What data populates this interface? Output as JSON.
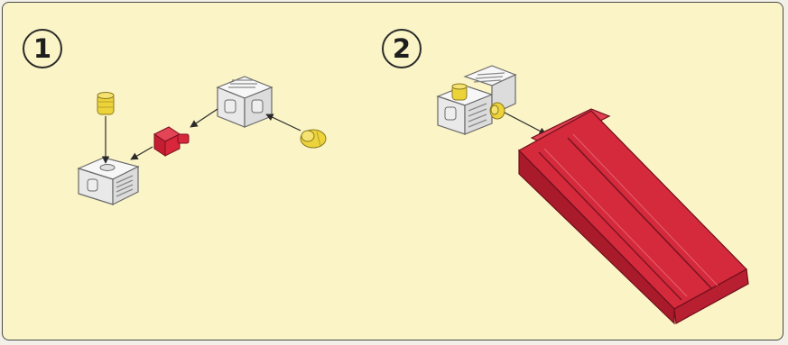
{
  "steps": [
    {
      "number": "1"
    },
    {
      "number": "2"
    }
  ],
  "colors": {
    "panel_background": "#fbf4c6",
    "panel_border": "#4a4a4a",
    "cube_white": "#f4f4f4",
    "peg_yellow": "#ecd33a",
    "connector_red": "#d8263a",
    "slide_red": "#d42a3c",
    "arrow": "#2a2a2a"
  },
  "icons": [
    "white-cube-block",
    "yellow-peg",
    "red-connector",
    "red-slide-ramp",
    "assembly-arrow"
  ]
}
